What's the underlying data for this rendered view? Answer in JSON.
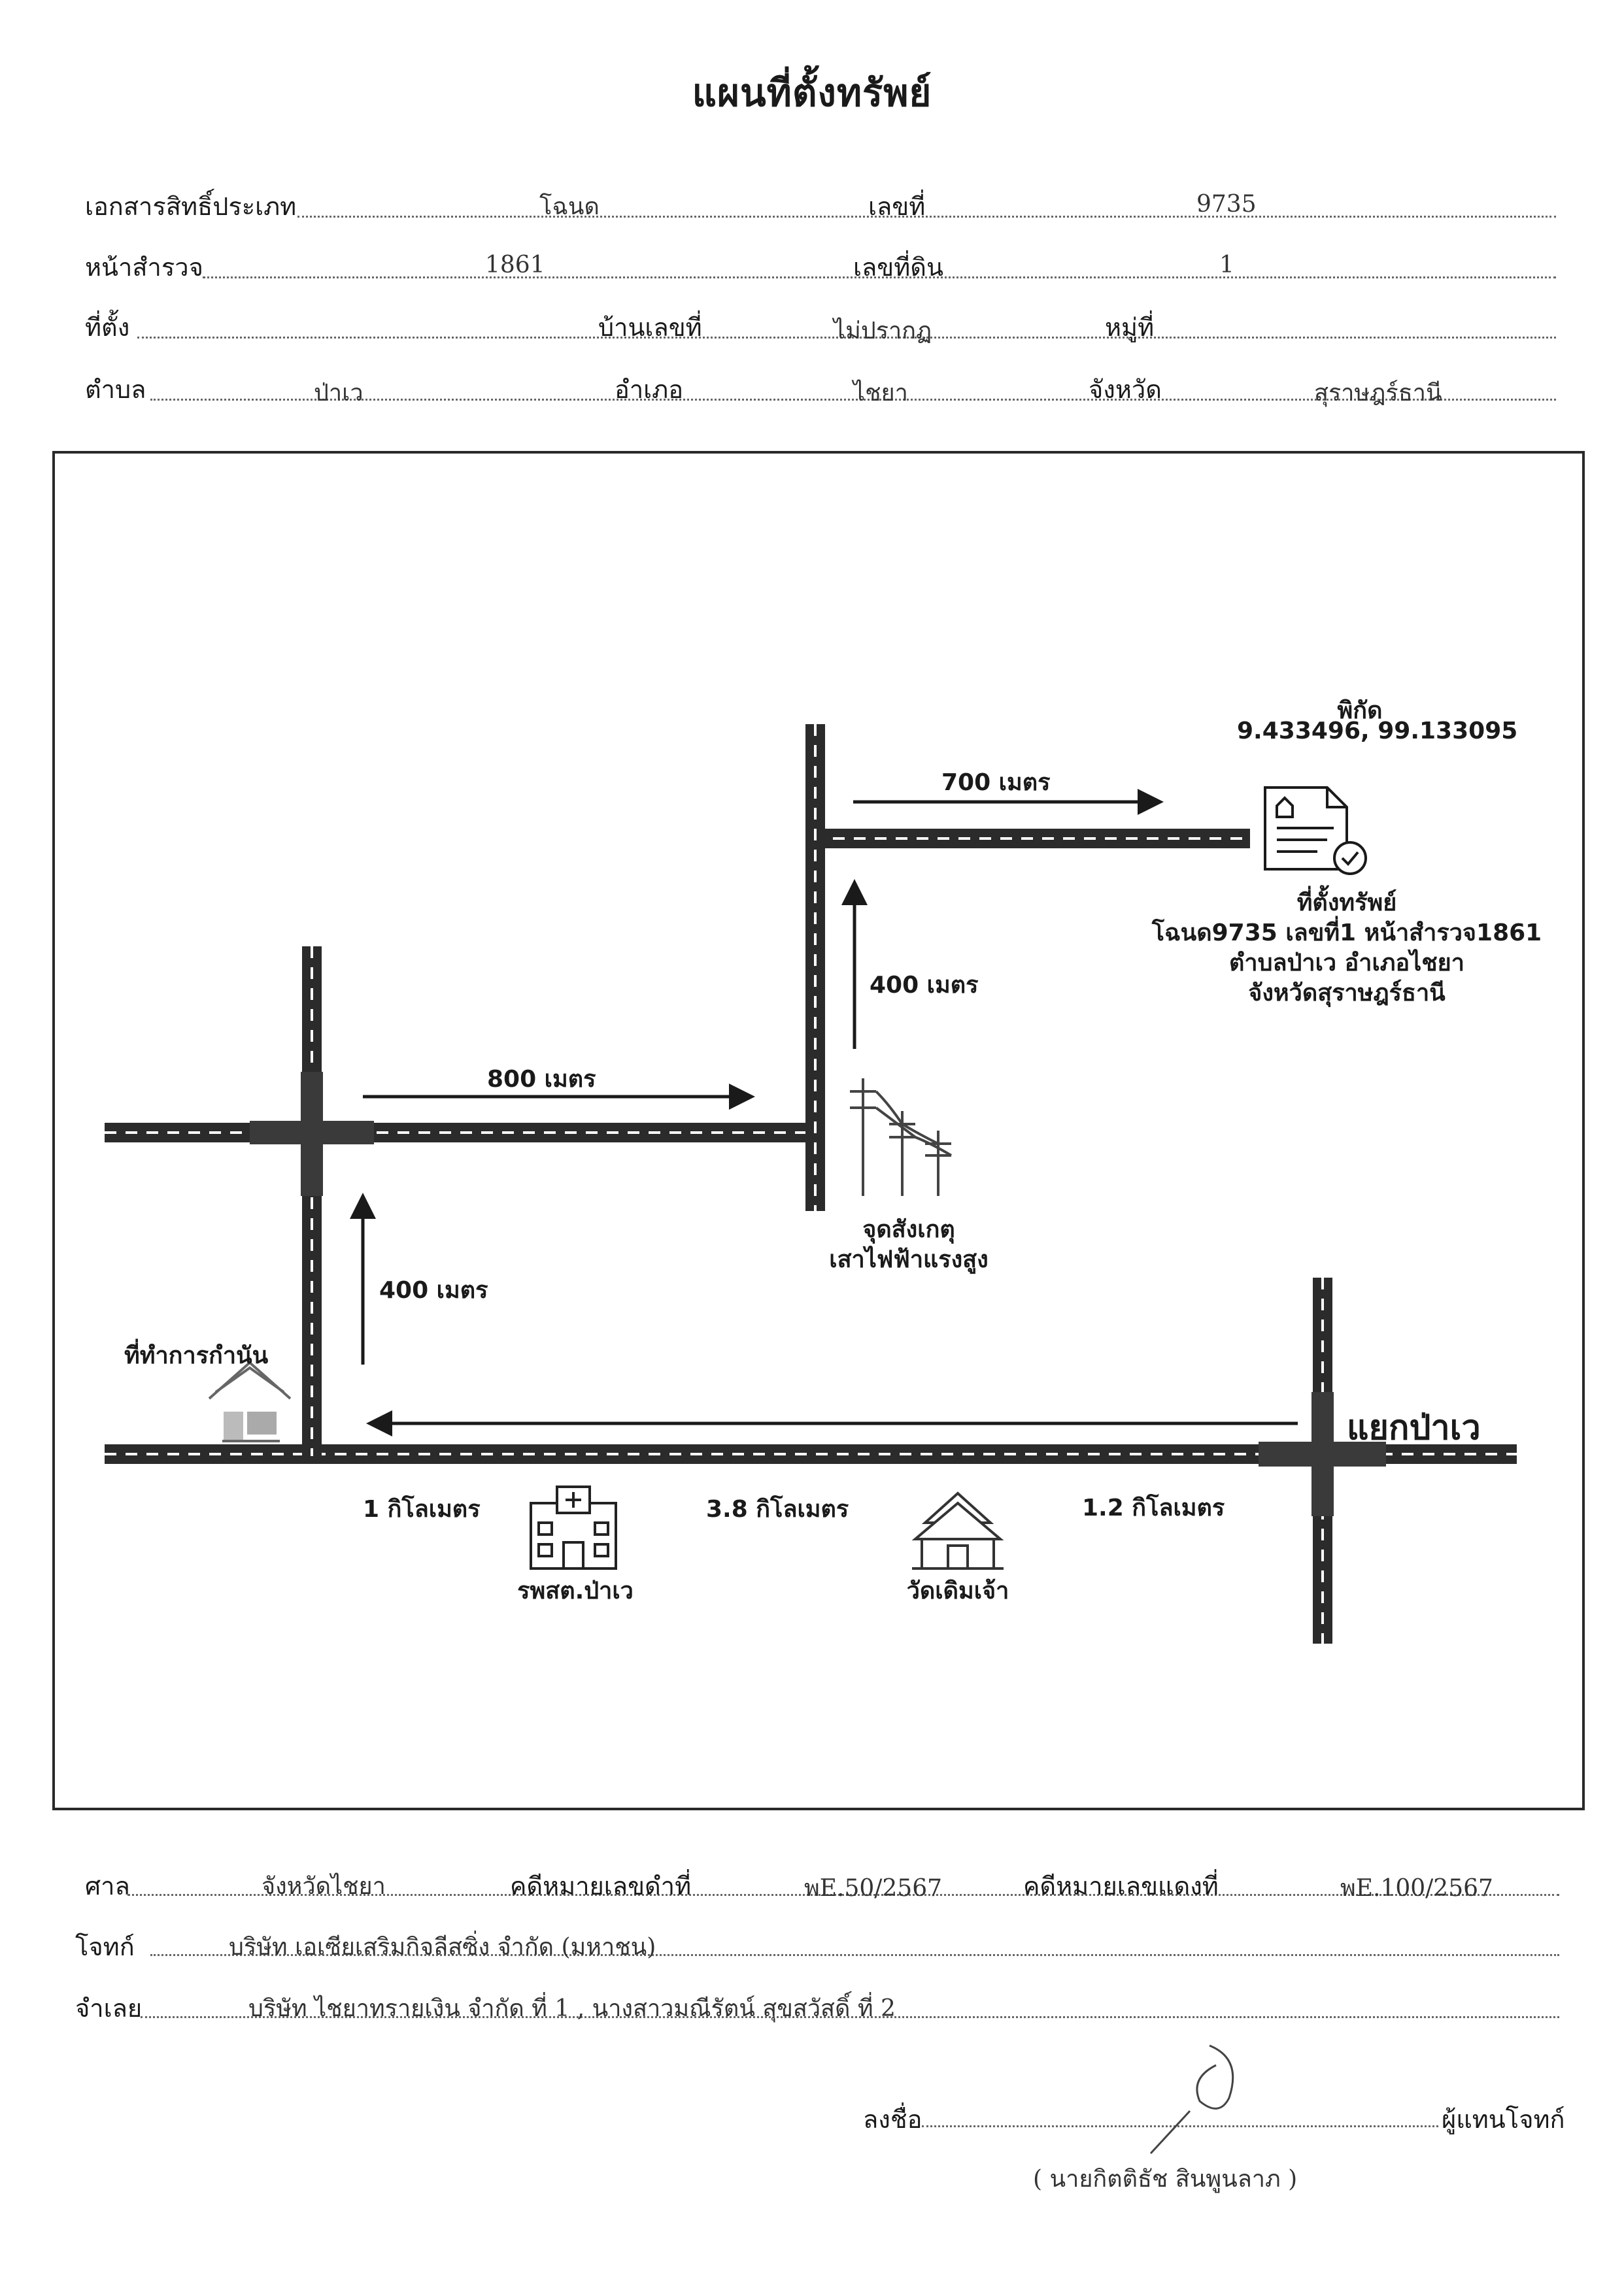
{
  "title": "แผนที่ตั้งทรัพย์",
  "header": {
    "doc_type_label": "เอกสารสิทธิ์ประเภท",
    "doc_type_value": "โฉนด",
    "number_label": "เลขที่",
    "number_value": "9735",
    "survey_label": "หน้าสำรวจ",
    "survey_value": "1861",
    "land_no_label": "เลขที่ดิน",
    "land_no_value": "1",
    "location_label": "ที่ตั้ง",
    "house_no_label": "บ้านเลขที่",
    "house_no_value": "ไม่ปรากฏ",
    "village_label": "หมู่ที่",
    "village_value": "",
    "subdistrict_label": "ตำบล",
    "subdistrict_value": "ป่าเว",
    "district_label": "อำเภอ",
    "district_value": "ไชยา",
    "province_label": "จังหวัด",
    "province_value": "สุราษฎร์ธานี"
  },
  "map": {
    "coord_label": "พิกัด",
    "coord_value": "9.433496, 99.133095",
    "property_line1": "ที่ตั้งทรัพย์",
    "property_line2": "โฉนด9735 เลขที่1 หน้าสำรวจ1861",
    "property_line3": "ตำบลป่าเว อำเภอไชยา",
    "property_line4": "จังหวัดสุราษฎร์ธานี",
    "dist_700": "700 เมตร",
    "dist_400_top": "400 เมตร",
    "dist_800": "800 เมตร",
    "dist_400_left": "400 เมตร",
    "landmark_line1": "จุดสังเกตุ",
    "landmark_line2": "เสาไฟฟ้าแรงสูง",
    "office_label": "ที่ทำการกำนัน",
    "junction_label": "แยกป่าเว",
    "dist_1km": "1 กิโลเมตร",
    "dist_3_8km": "3.8 กิโลเมตร",
    "dist_1_2km": "1.2 กิโลเมตร",
    "hospital_label": "รพสต.ป่าเว",
    "temple_label": "วัดเดิมเจ้า",
    "icons": [
      "document-check-icon",
      "power-pole-icon",
      "house-icon",
      "hospital-icon",
      "temple-icon"
    ],
    "road_color": "#2b2b2b"
  },
  "footer": {
    "court_label": "ศาล",
    "court_value": "จังหวัดไชยา",
    "black_case_label": "คดีหมายเลขดำที่",
    "black_case_value": "พE.50/2567",
    "red_case_label": "คดีหมายเลขแดงที่",
    "red_case_value": "พE.100/2567",
    "plaintiff_label": "โจทก์",
    "plaintiff_value": "บริษัท เอเซียเสริมกิจลีสซิ่ง จำกัด (มหาชน)",
    "defendant_label": "จำเลย",
    "defendant_value": "บริษัท ไชยาทรายเงิน จำกัด ที่ 1 , นางสาวมณีรัตน์ สุขสวัสดิ์ ที่ 2",
    "sign_label": "ลงชื่อ",
    "sign_role": "ผู้แทนโจทก์",
    "signer_name": "( นายกิตติธัช สินพูนลาภ )"
  }
}
